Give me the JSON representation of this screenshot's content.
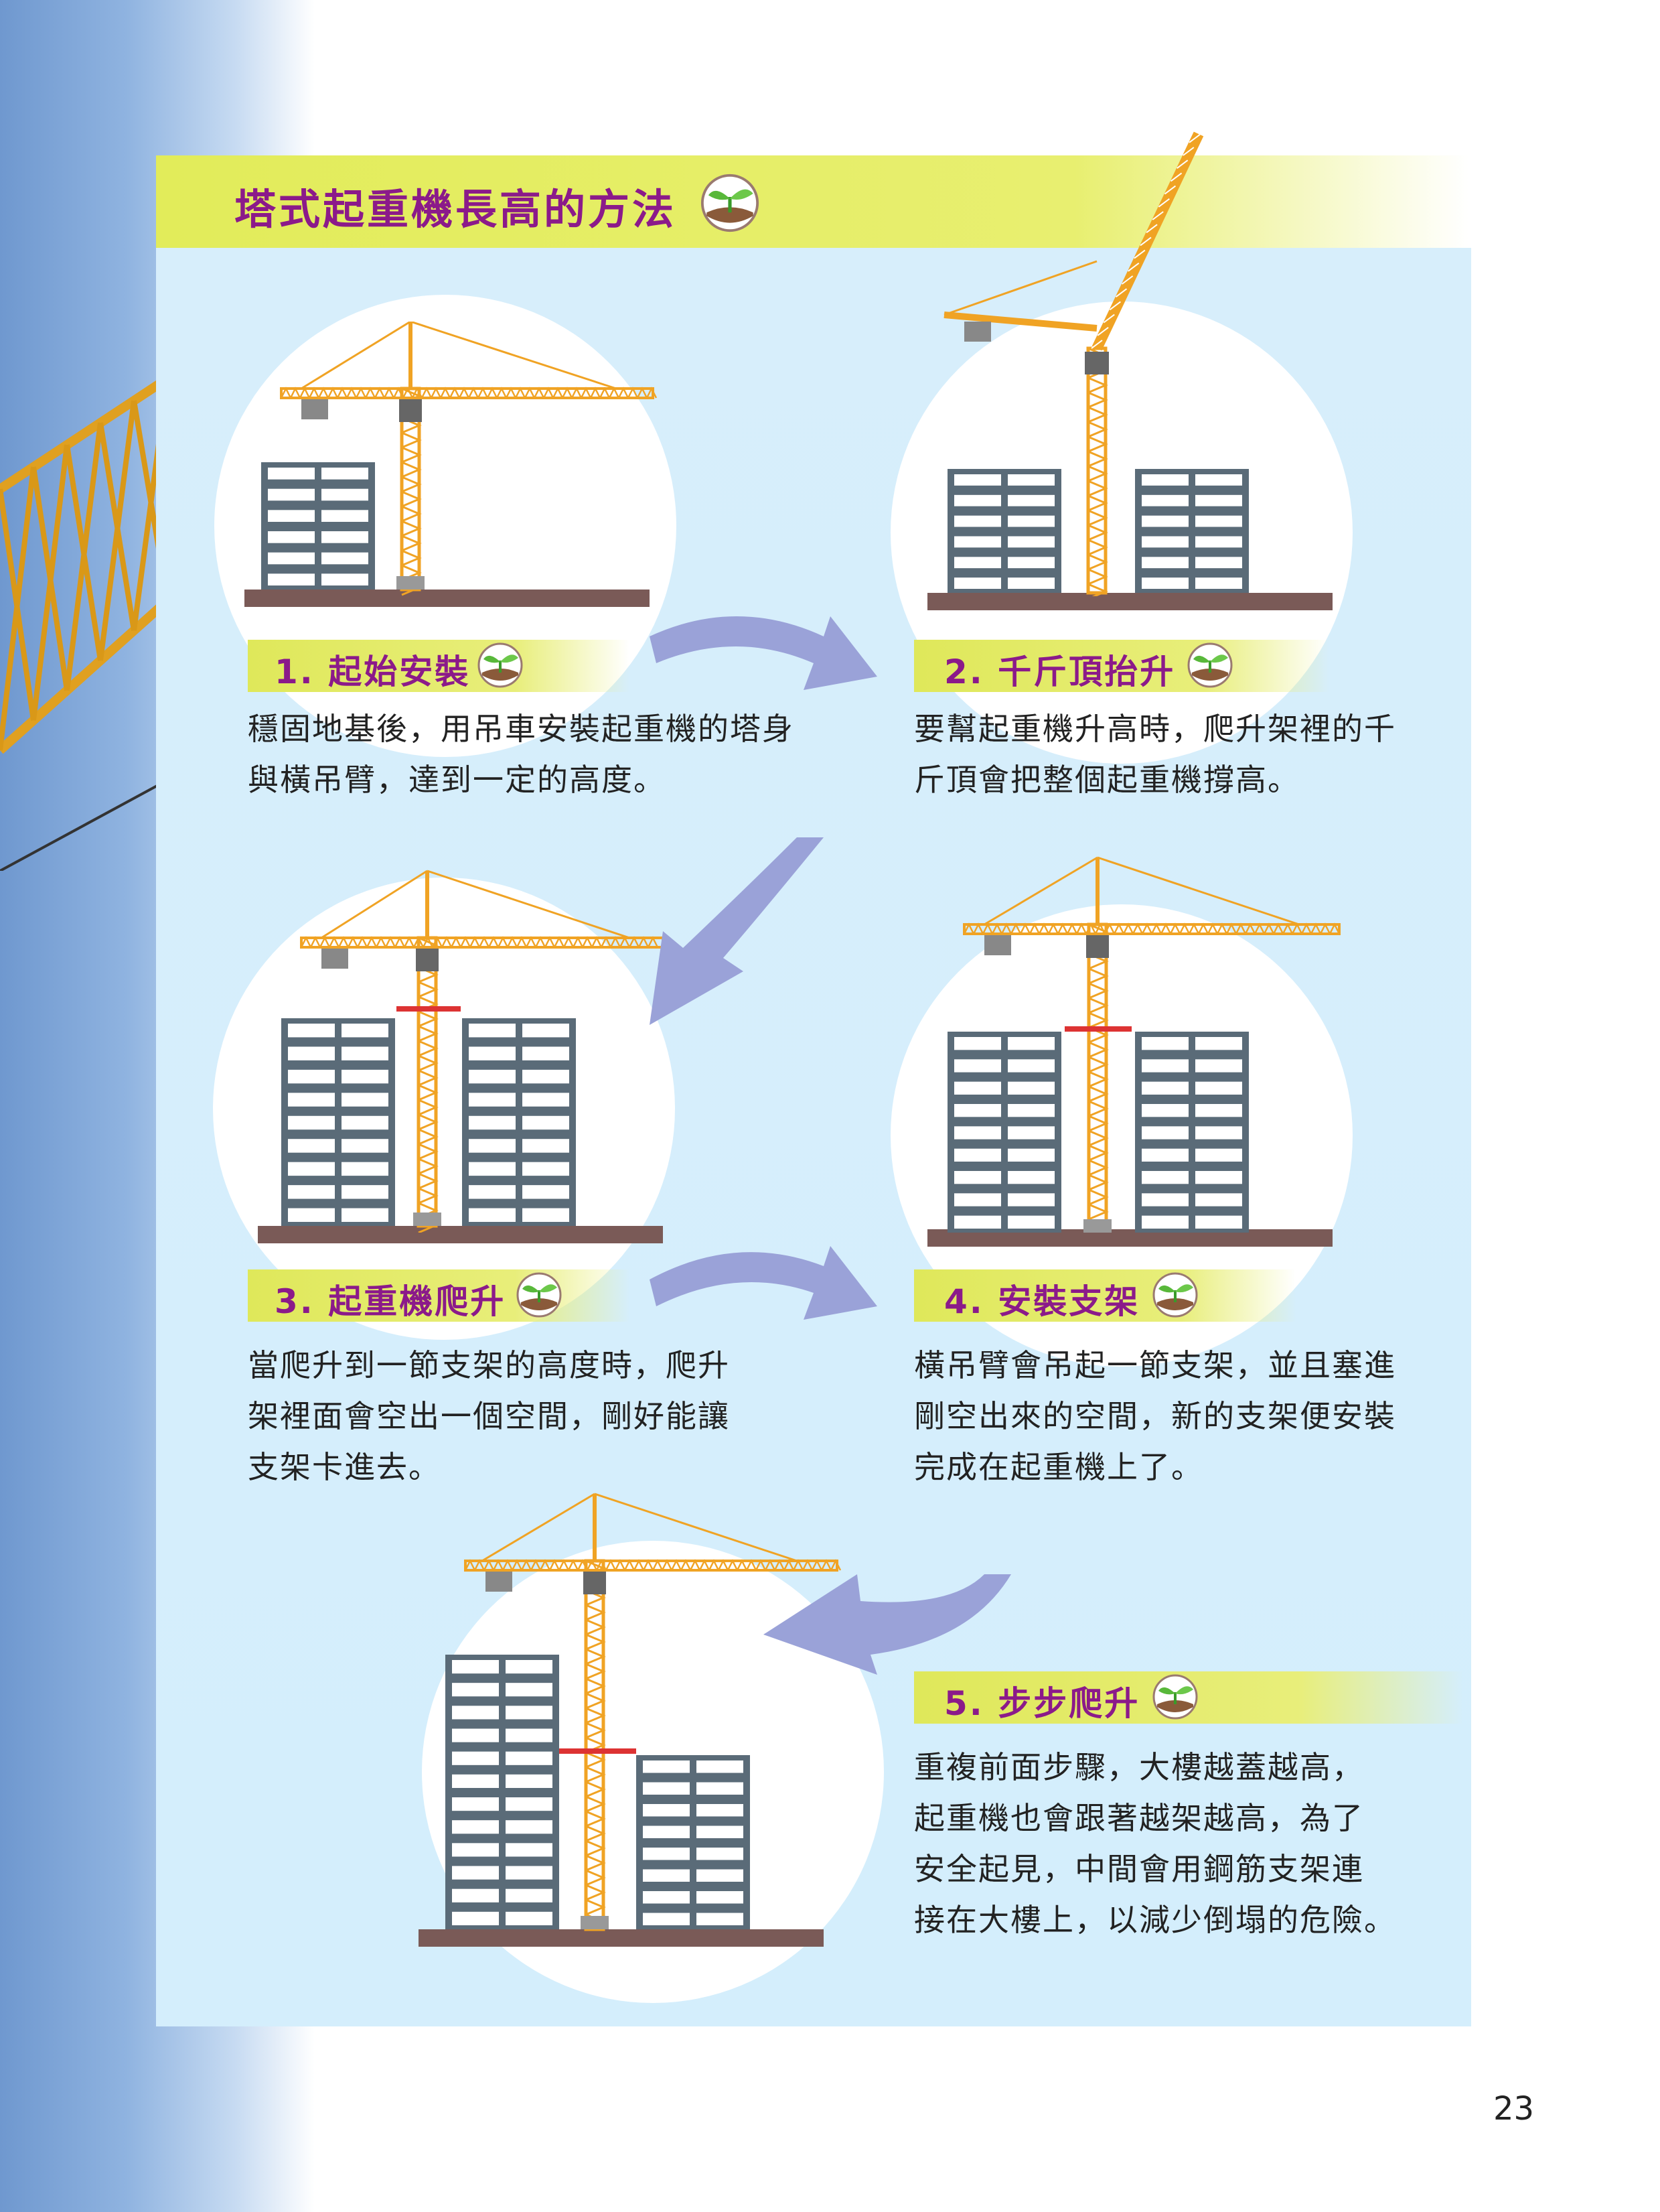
{
  "title": "塔式起重機長高的方法",
  "icons": {
    "sprout": "sprout-icon",
    "arrow": "curved-arrow"
  },
  "colors": {
    "title": "#8b1a8a",
    "crane": "#f0a324",
    "building": "#5a6b78",
    "ground": "#7a5a57",
    "bar": "#e2ec5a"
  },
  "steps": [
    {
      "label": "1. 起始安裝",
      "lines": [
        "穩固地基後，用吊車安裝起重機的塔身",
        "與橫吊臂，達到一定的高度。"
      ]
    },
    {
      "label": "2. 千斤頂抬升",
      "lines": [
        "要幫起重機升高時，爬升架裡的千",
        "斤頂會把整個起重機撐高。"
      ]
    },
    {
      "label": "3. 起重機爬升",
      "lines": [
        "當爬升到一節支架的高度時，爬升",
        "架裡面會空出一個空間，剛好能讓",
        "支架卡進去。"
      ]
    },
    {
      "label": "4. 安裝支架",
      "lines": [
        "橫吊臂會吊起一節支架，並且塞進",
        "剛空出來的空間，新的支架便安裝",
        "完成在起重機上了。"
      ]
    },
    {
      "label": "5. 步步爬升",
      "lines": [
        "重複前面步驟，大樓越蓋越高，",
        "起重機也會跟著越架越高，為了",
        "安全起見，中間會用鋼筋支架連",
        "接在大樓上，以減少倒塌的危險。"
      ]
    }
  ],
  "page_number": "23"
}
